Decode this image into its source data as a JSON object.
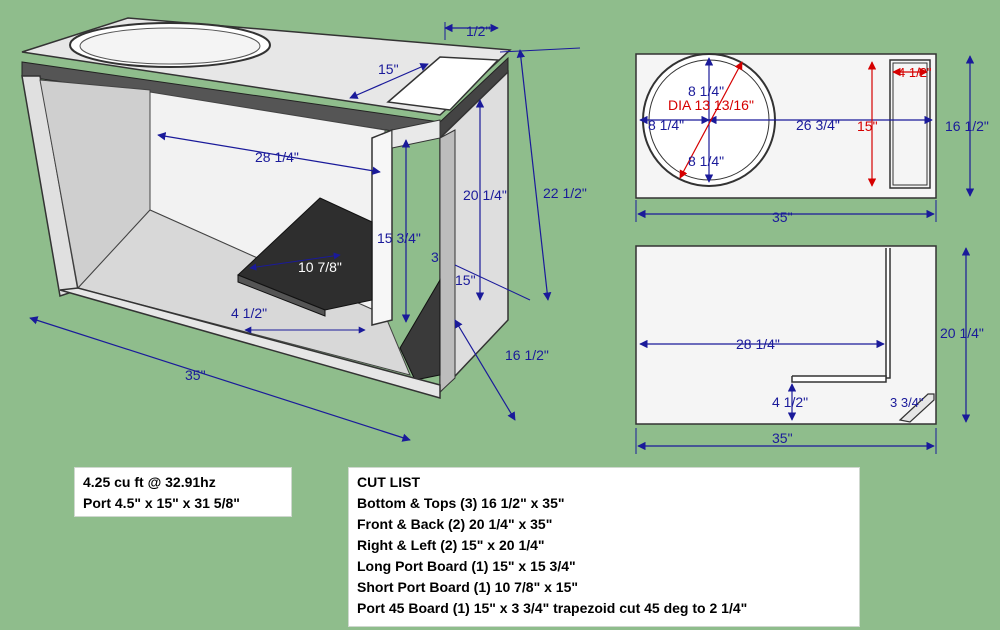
{
  "iso_view": {
    "dims": {
      "top_port_width": "1/2\"",
      "port_depth": "15\"",
      "port_length": "28 1/4\"",
      "long_port": "15 3/4\"",
      "inner_height": "20 1/4\"",
      "total_height": "22 1/2\"",
      "short_port": "10 7/8\"",
      "port_gap": "4 1/2\"",
      "angle_cut": "3",
      "side_depth": "15\"",
      "depth": "16 1/2\"",
      "width": "35\""
    }
  },
  "top_view": {
    "dims": {
      "radius_top": "8 1/4\"",
      "diameter": "DIA 13 13/16\"",
      "radius_left": "8 1/4\"",
      "center_to_edge": "26 3/4\"",
      "radius_bottom": "8 1/4\"",
      "port_height": "15\"",
      "port_slot": "4 1/2\"",
      "depth": "16 1/2\"",
      "width": "35\""
    }
  },
  "side_view": {
    "dims": {
      "port_length": "28 1/4\"",
      "height": "20 1/4\"",
      "port_gap": "4 1/2\"",
      "corner": "3 3/4\"",
      "width": "35\""
    }
  },
  "specs": {
    "line1": "4.25 cu ft @ 32.91hz",
    "line2": "Port 4.5\" x 15\" x 31 5/8\""
  },
  "cut_list": {
    "title": "CUT LIST",
    "items": [
      "Bottom & Tops (3) 16 1/2\" x 35\"",
      "Front & Back (2) 20 1/4\" x 35\"",
      "Right & Left (2) 15\" x 20 1/4\"",
      "Long Port Board (1) 15\" x 15 3/4\"",
      "Short Port Board (1) 10 7/8\" x 15\"",
      "Port 45 Board (1) 15\" x 3 3/4\" trapezoid cut 45 deg to 2 1/4\""
    ]
  },
  "colors": {
    "background": "#8fbd8c",
    "dimension": "#1a1a9a",
    "accent": "#d60000"
  }
}
